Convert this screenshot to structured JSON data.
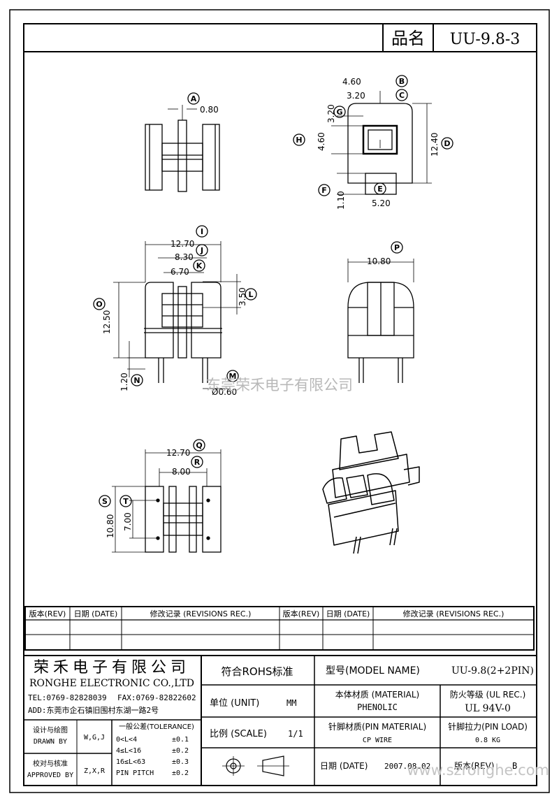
{
  "header": {
    "name_label": "品名",
    "model": "UU-9.8-3"
  },
  "drawing": {
    "top_left": {
      "A_dim": "0.80",
      "A": "A"
    },
    "top_right": {
      "B_dim": "4.60",
      "B": "B",
      "C_dim": "3.20",
      "C": "C",
      "G_dim": "3.20",
      "G": "G",
      "H_dim": "4.60",
      "H": "H",
      "D_dim": "12.40",
      "D": "D",
      "F_dim": "1.10",
      "F": "F",
      "E_dim": "5.20",
      "E": "E"
    },
    "mid_left": {
      "I_dim": "12.70",
      "I": "I",
      "J_dim": "8.30",
      "J": "J",
      "K_dim": "6.70",
      "K": "K",
      "L_dim": "3.50",
      "L": "L",
      "O_dim": "12.50",
      "O": "O",
      "N_dim": "1.20",
      "N": "N",
      "M_dim": "Ø0.60",
      "M": "M"
    },
    "mid_right": {
      "P_dim": "10.80",
      "P": "P"
    },
    "bottom_left": {
      "Q_dim": "12.70",
      "Q": "Q",
      "R_dim": "8.00",
      "R": "R",
      "S_dim": "10.80",
      "S": "S",
      "T_dim": "7.00",
      "T": "T"
    },
    "watermark_center": "东莞荣禾电子有限公司",
    "watermark_url": "www.szronghe.com"
  },
  "revisions": {
    "headers": [
      "版本(REV)",
      "日期 (DATE)",
      "修改记录 (REVISIONS REC.)",
      "版本(REV)",
      "日期 (DATE)",
      "修改记录 (REVISIONS REC.)"
    ]
  },
  "titleblock": {
    "company_cn": "荣禾电子有限公司",
    "company_en": "RONGHE ELECTRONIC CO.,LTD",
    "tel": "TEL:0769-82828039",
    "fax": "FAX:0769-82822602",
    "address": "ADD:东莞市企石镇旧围村东湖一路2号",
    "rohs": "符合ROHS标准",
    "model_label": "型号(MODEL NAME)",
    "model_value": "UU-9.8(2+2PIN)",
    "unit_label": "单位 (UNIT)",
    "unit_value": "MM",
    "material_label": "本体材质 (MATERIAL)",
    "material_value": "PHENOLIC",
    "flame_label": "防火等级 (UL REC.)",
    "flame_value": "UL 94V-0",
    "scale_label": "比例 (SCALE)",
    "scale_value": "1/1",
    "pin_material_label": "针脚材质(PIN MATERIAL)",
    "pin_material_value": "CP WIRE",
    "pin_load_label": "针脚拉力(PIN LOAD)",
    "pin_load_value": "0.8 KG",
    "design_label_cn": "设计与绘图",
    "design_label_en": "DRAWN BY",
    "design_value": "W,G,J",
    "approve_label_cn": "校对与核准",
    "approve_label_en": "APPROVED BY",
    "approve_value": "Z,X,R",
    "tolerance_title": "一般公差(TOLERANCE)",
    "tol1_range": "0<L<4",
    "tol1_value": "±0.1",
    "tol2_range": "4≤L<16",
    "tol2_value": "±0.2",
    "tol3_range": "16≤L<63",
    "tol3_value": "±0.3",
    "tol4_range": "PIN PITCH",
    "tol4_value": "±0.2",
    "date_label": "日期 (DATE)",
    "date_value": "2007.08.02",
    "rev_label": "版本(REV)",
    "rev_value": "B"
  }
}
